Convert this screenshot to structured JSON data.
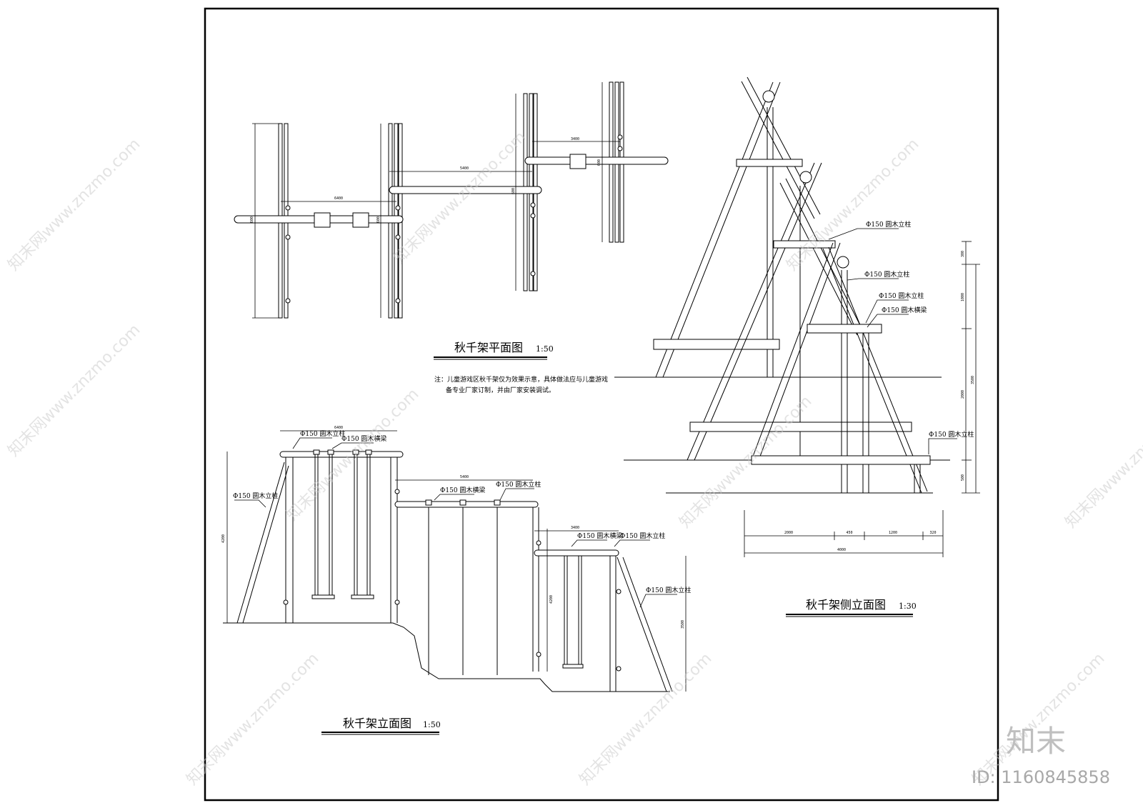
{
  "plan": {
    "title": "秋千架平面图",
    "scale": "1:50",
    "dims": [
      "6400",
      "5400",
      "3400",
      "600",
      "600",
      "600",
      "600"
    ]
  },
  "note": {
    "line1": "注：儿童游戏区秋千架仅为效果示意，具体做法应与儿童游戏",
    "line2": "备专业厂家订制，并由厂家安装调试。"
  },
  "elevation": {
    "title": "秋千架立面图",
    "scale": "1:50",
    "labels": {
      "post_a": "Φ150 圆木立柱",
      "beam_a": "Φ150 圆木横梁",
      "post_left": "Φ150 圆木立柱",
      "beam_b": "Φ150 圆木横梁",
      "post_b": "Φ150 圆木立柱",
      "beam_c": "Φ150 圆木横梁",
      "post_c": "Φ150 圆木立柱",
      "post_right": "Φ150 圆木立柱"
    },
    "dims": {
      "top": "6400",
      "mid": "5400",
      "small": "3400",
      "h1": "4200",
      "h2": "4200",
      "h3": "3500"
    }
  },
  "side": {
    "title": "秋千架侧立面图",
    "scale": "1:30",
    "labels": {
      "l1": "Φ150 圆木立柱",
      "l2": "Φ150 圆木立柱",
      "l3": "Φ150 圆木立柱",
      "l4": "Φ150 圆木横梁",
      "l5": "Φ150 圆木立柱"
    },
    "vdims": [
      "300",
      "1000",
      "2000",
      "500",
      "3500"
    ],
    "hdims": [
      "2000",
      "450",
      "1200",
      "320"
    ],
    "total": "4000"
  },
  "watermark": {
    "text": "知末网www.znzmo.com",
    "brand": "知末",
    "id": "ID: 1160845858"
  }
}
